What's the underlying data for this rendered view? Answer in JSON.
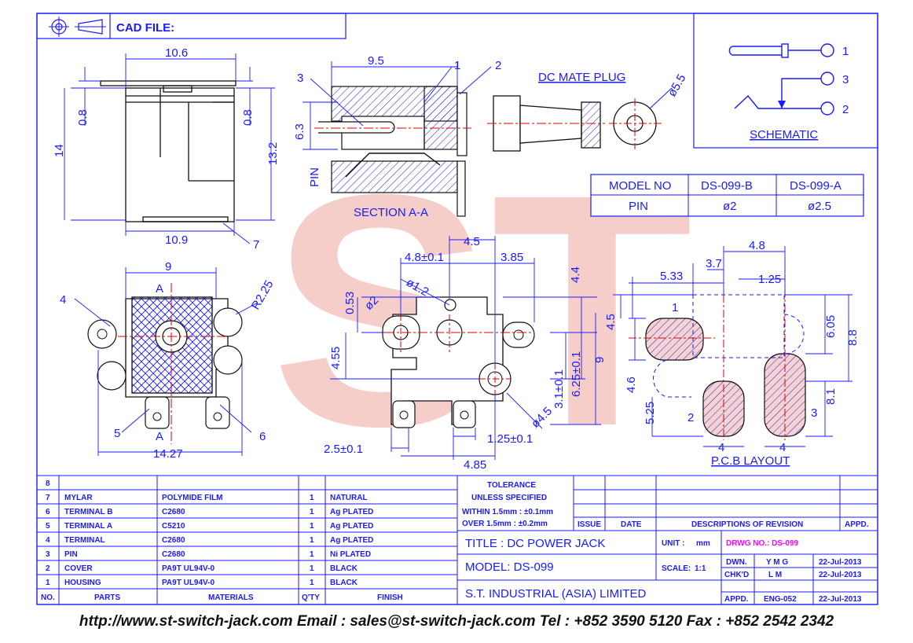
{
  "header": {
    "cad_file_label": "CAD FILE:"
  },
  "views": {
    "section_label": "SECTION A-A",
    "dc_mate_plug_label": "DC MATE PLUG",
    "schematic_label": "SCHEMATIC",
    "pcb_layout_label": "P.C.B LAYOUT",
    "section_marker": "A"
  },
  "dimensions": {
    "side": [
      "10.6",
      "0.8",
      "0.8",
      "14",
      "13.2",
      "10.9"
    ],
    "section": [
      "9.5",
      "6.3",
      "PIN"
    ],
    "plug": [
      "ø5.5"
    ],
    "front": [
      "9",
      "R2.25",
      "14.27"
    ],
    "bottom": [
      "4.5",
      "4.8±0.1",
      "3.85",
      "ø1.2",
      "ø2",
      "0.53",
      "4.55",
      "4.4",
      "9",
      "3.1±0.1",
      "6.25±0.1",
      "ø4.5",
      "2.5±0.1",
      "1.25±0.1",
      "4.85"
    ],
    "pcb": [
      "4.8",
      "3.7",
      "5.33",
      "1.25",
      "4.5",
      "6.05",
      "8.8",
      "4.6",
      "5.25",
      "8.1",
      "4",
      "4"
    ]
  },
  "callouts": [
    "1",
    "2",
    "3",
    "4",
    "5",
    "6",
    "7"
  ],
  "schematic_pins": [
    "1",
    "3",
    "2"
  ],
  "pcb_pads": [
    "1",
    "2",
    "3"
  ],
  "model_table": {
    "headers": [
      "MODEL NO",
      "DS-099-B",
      "DS-099-A"
    ],
    "row_label": "PIN",
    "values": [
      "ø2",
      "ø2.5"
    ]
  },
  "bom": {
    "rows": [
      {
        "no": "8",
        "part": "",
        "material": "",
        "qty": "",
        "finish": ""
      },
      {
        "no": "7",
        "part": "MYLAR",
        "material": "POLYMIDE FILM",
        "qty": "1",
        "finish": "NATURAL"
      },
      {
        "no": "6",
        "part": "TERMINAL B",
        "material": "C2680",
        "qty": "1",
        "finish": "Ag PLATED"
      },
      {
        "no": "5",
        "part": "TERMINAL A",
        "material": "C5210",
        "qty": "1",
        "finish": "Ag PLATED"
      },
      {
        "no": "4",
        "part": "TERMINAL",
        "material": "C2680",
        "qty": "1",
        "finish": "Ag PLATED"
      },
      {
        "no": "3",
        "part": "PIN",
        "material": "C2680",
        "qty": "1",
        "finish": "Ni PLATED"
      },
      {
        "no": "2",
        "part": "COVER",
        "material": "PA9T UL94V-0",
        "qty": "1",
        "finish": "BLACK"
      },
      {
        "no": "1",
        "part": "HOUSING",
        "material": "PA9T UL94V-0",
        "qty": "1",
        "finish": "BLACK"
      }
    ],
    "headers": [
      "NO.",
      "PARTS",
      "MATERIALS",
      "Q'TY",
      "FINISH"
    ]
  },
  "title_block": {
    "tolerance_title": "TOLERANCE",
    "tolerance_sub": "UNLESS  SPECIFIED",
    "within": "WITHIN  1.5mm : ±0.1mm",
    "over": "OVER   1.5mm : ±0.2mm",
    "issue": "ISSUE",
    "date": "DATE",
    "descriptions": "DESCRIPTIONS OF REVISION",
    "appd": "APPD.",
    "title": "TITLE : DC POWER JACK",
    "unit_label": "UNIT :",
    "unit_value": "mm",
    "drwg_no": "DRWG NO.: DS-099",
    "model": "MODEL: DS-099",
    "scale_label": "SCALE:",
    "scale_value": "1:1",
    "dwn_label": "DWN.",
    "dwn_value": "Y M G",
    "dwn_date": "22-Jul-2013",
    "chkd_label": "CHK'D",
    "chkd_value": "L M",
    "chkd_date": "22-Jul-2013",
    "appd_label": "APPD.",
    "appd_value": "ENG-052",
    "appd_date": "22-Jul-2013",
    "company": "S.T. INDUSTRIAL (ASIA) LIMITED"
  },
  "watermark": "ST",
  "footer": "http://www.st-switch-jack.com  Email : sales@st-switch-jack.com  Tel : +852 3590 5120  Fax : +852 2542 2342",
  "colors": {
    "line": "#1a1aff",
    "center": "#e00000",
    "magenta": "#ff00ff",
    "watermark": "#f3b6b0"
  }
}
